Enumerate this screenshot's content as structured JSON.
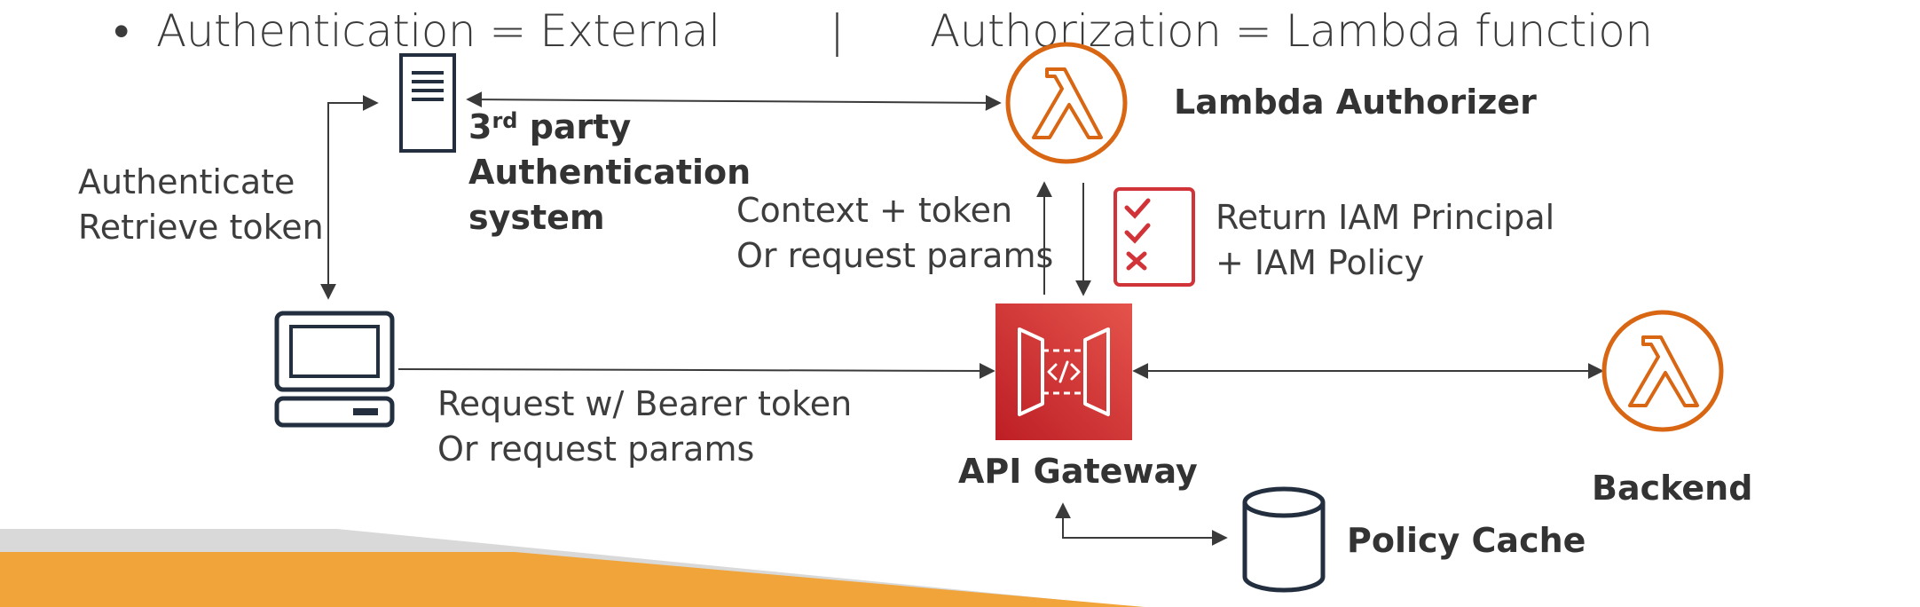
{
  "title": {
    "bullet": "•",
    "authentication": "Authentication = External",
    "separator": "|",
    "authorization": "Authorization = Lambda function"
  },
  "nodes": {
    "auth_system": {
      "line1_main": "3",
      "line1_sup": "rd",
      "line1_rest": " party",
      "line2": "Authentication",
      "line3": "system"
    },
    "lambda_authorizer": {
      "label": "Lambda Authorizer"
    },
    "api_gateway": {
      "label": "API Gateway"
    },
    "backend": {
      "label": "Backend"
    },
    "policy_cache": {
      "label": "Policy Cache"
    }
  },
  "edge_labels": {
    "authenticate": [
      "Authenticate",
      "Retrieve token"
    ],
    "context": [
      "Context + token",
      "Or request params"
    ],
    "return_policy": [
      "Return IAM Principal",
      "+ IAM Policy"
    ],
    "request": [
      "Request w/ Bearer token",
      "Or request params"
    ]
  },
  "icons": {
    "client": "laptop-icon",
    "auth_system": "server-icon",
    "lambda": "lambda-icon",
    "api_gateway": "api-gateway-icon",
    "policy": "checklist-icon",
    "cache": "database-icon"
  },
  "colors": {
    "lambda_orange": "#d86613",
    "gateway_red": "#cc2b2e",
    "checklist_red": "#d13438",
    "outline_dark": "#232f3e",
    "footer_orange": "#f0a43a",
    "footer_gray": "#d9d9d9"
  }
}
